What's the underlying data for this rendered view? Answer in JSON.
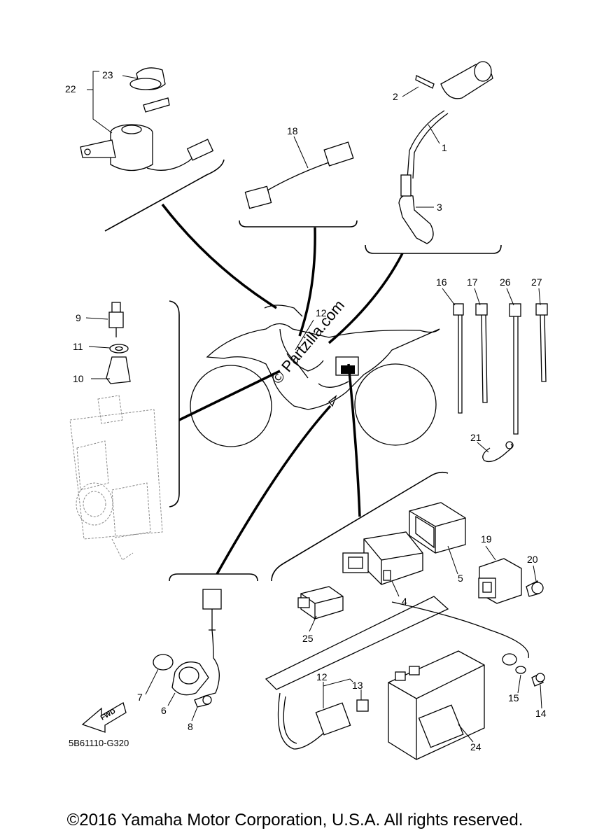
{
  "callouts": {
    "c1": "1",
    "c2": "2",
    "c3": "3",
    "c4": "4",
    "c5": "5",
    "c6": "6",
    "c7": "7",
    "c8": "8",
    "c9": "9",
    "c10": "10",
    "c11": "11",
    "c12a": "12",
    "c12b": "12",
    "c13": "13",
    "c14": "14",
    "c15": "15",
    "c16": "16",
    "c17": "17",
    "c18": "18",
    "c19": "19",
    "c20": "20",
    "c21": "21",
    "c22": "22",
    "c23": "23",
    "c24": "24",
    "c25": "25",
    "c26": "26",
    "c27": "27"
  },
  "diagram_code": "5B61110-G320",
  "forward_arrow_label": "FWD",
  "watermark": "© Partzilla.com",
  "copyright": "©2016 Yamaha Motor Corporation, U.S.A. All rights reserved."
}
